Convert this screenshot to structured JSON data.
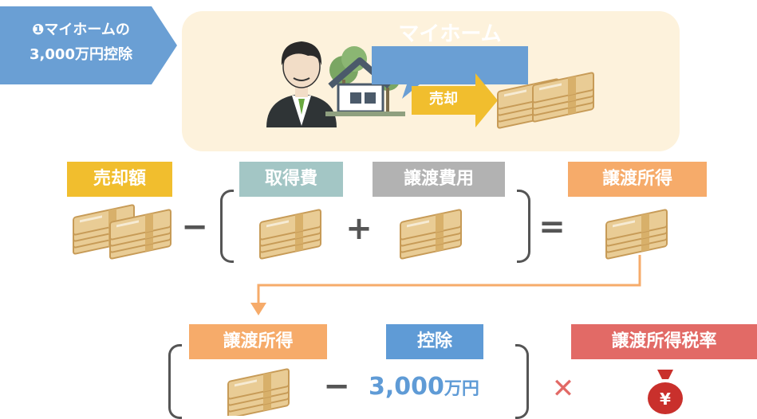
{
  "section_tag": {
    "number": "❶",
    "line1": "マイホームの",
    "line2": "3,000万円控除"
  },
  "scene": {
    "callout": "マイホーム",
    "sale_arrow_label": "売却"
  },
  "formula1": {
    "sale_price": "売却額",
    "minus": "−",
    "acquisition_cost": "取得費",
    "plus": "+",
    "transfer_cost": "譲渡費用",
    "equals": "=",
    "transfer_income": "譲渡所得"
  },
  "formula2": {
    "transfer_income": "譲渡所得",
    "minus": "−",
    "deduction": "控除",
    "deduction_amount": "3,000",
    "deduction_unit": "万円",
    "times": "✕",
    "tax_rate": "譲渡所得税率"
  },
  "colors": {
    "yellow": "#f1be2e",
    "teal": "#a3c6c5",
    "gray": "#b2b2b2",
    "orange": "#f6ab6a",
    "blue": "#5f9bd6",
    "red": "#e26a66",
    "money": "#e9cc95",
    "money_band": "#d8b06a"
  }
}
